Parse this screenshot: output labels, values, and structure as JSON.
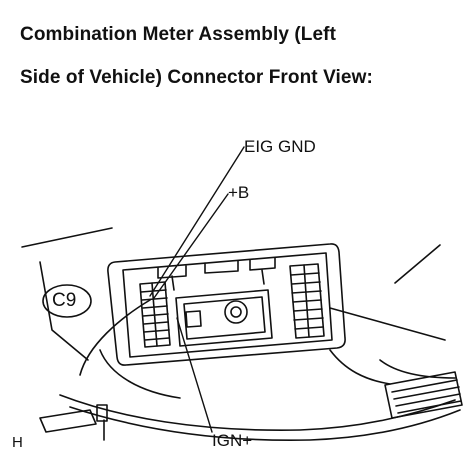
{
  "title": {
    "line1": "Combination Meter Assembly (Left",
    "line2": "Side of Vehicle) Connector Front View:"
  },
  "callouts": {
    "eig_gnd": "EIG GND",
    "plus_b": "+B",
    "ign_plus": "IGN+"
  },
  "connector_code": "C9",
  "edge_label": "H",
  "colors": {
    "ink": "#111111",
    "background": "#ffffff"
  }
}
